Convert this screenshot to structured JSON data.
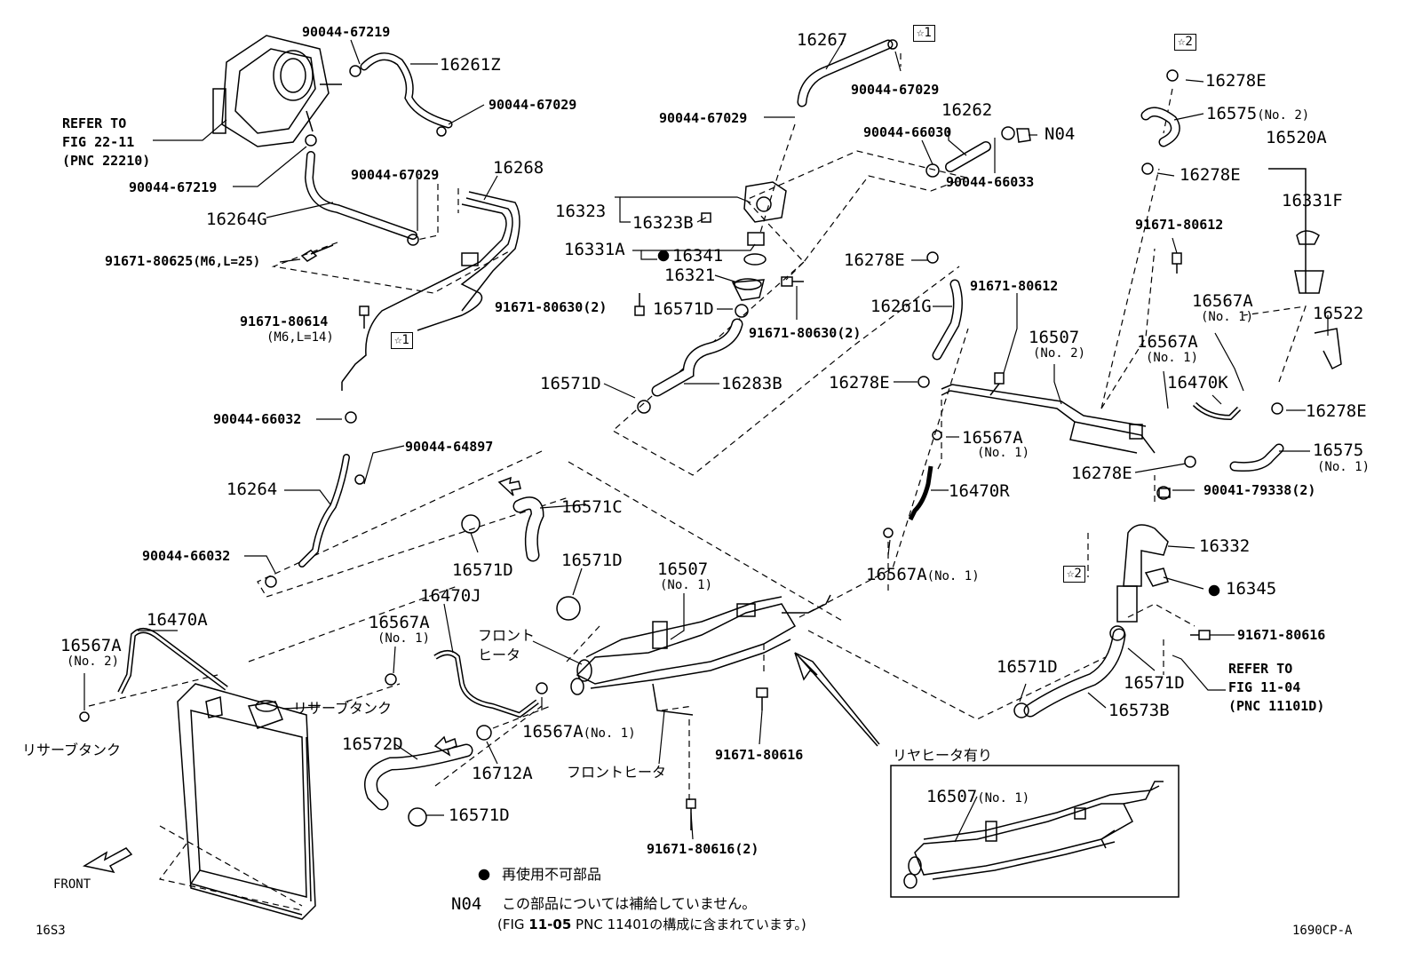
{
  "legend": {
    "non_reusable_mark": "●",
    "non_reusable_text": "再使用不可部品",
    "n04_code": "N04",
    "n04_line1": "この部品については補給していません。",
    "n04_line2_prefix": "(FIG ",
    "n04_fig": "11-05",
    "n04_line2_mid": " PNC ",
    "n04_pnc": "11401",
    "n04_line2_suffix": "の構成に含まれています。)"
  },
  "footer": {
    "left_code": "16S3",
    "right_code": "1690CP-A"
  },
  "front_label": "FRONT",
  "inset_title": "リヤヒータ有り",
  "refs": {
    "fig2211_l1": "REFER TO",
    "fig2211_l2": "FIG 22-11",
    "fig2211_l3": "(PNC 22210)",
    "fig1104_l1": "REFER TO",
    "fig1104_l2": "FIG 11-04",
    "fig1104_l3": "(PNC 11101D)"
  },
  "jp_labels": {
    "reserve_tank_1": "リサーブタンク",
    "reserve_tank_2": "リサーブタンク",
    "front_heater_1a": "フロント",
    "front_heater_1b": "ヒータ",
    "front_heater_2": "フロントヒータ"
  },
  "parts": [
    {
      "num": "90044-67219",
      "sub": ""
    },
    {
      "num": "16261Z",
      "sub": ""
    },
    {
      "num": "90044-67029",
      "sub": ""
    },
    {
      "num": "90044-67219",
      "sub": ""
    },
    {
      "num": "90044-67029",
      "sub": ""
    },
    {
      "num": "16268",
      "sub": ""
    },
    {
      "num": "16264G",
      "sub": ""
    },
    {
      "num": "91671-80625",
      "sub": "(M6,L=25)"
    },
    {
      "num": "91671-80614",
      "sub": "(M6,L=14)"
    },
    {
      "num": "90044-66032",
      "sub": ""
    },
    {
      "num": "90044-64897",
      "sub": ""
    },
    {
      "num": "16264",
      "sub": ""
    },
    {
      "num": "90044-66032",
      "sub": ""
    },
    {
      "num": "16267",
      "sub": ""
    },
    {
      "num": "90044-67029",
      "sub": ""
    },
    {
      "num": "90044-67029",
      "sub": ""
    },
    {
      "num": "16262",
      "sub": ""
    },
    {
      "num": "90044-66030",
      "sub": ""
    },
    {
      "num": "N04",
      "sub": ""
    },
    {
      "num": "90044-66033",
      "sub": ""
    },
    {
      "num": "16323",
      "sub": ""
    },
    {
      "num": "16323B",
      "sub": ""
    },
    {
      "num": "16331A",
      "sub": ""
    },
    {
      "num": "16341",
      "sub": ""
    },
    {
      "num": "16321",
      "sub": ""
    },
    {
      "num": "91671-80630",
      "sub": "(2)"
    },
    {
      "num": "16571D",
      "sub": ""
    },
    {
      "num": "91671-80630",
      "sub": "(2)"
    },
    {
      "num": "16571D",
      "sub": ""
    },
    {
      "num": "16283B",
      "sub": ""
    },
    {
      "num": "16278E",
      "sub": ""
    },
    {
      "num": "16261G",
      "sub": ""
    },
    {
      "num": "91671-80612",
      "sub": ""
    },
    {
      "num": "16278E",
      "sub": ""
    },
    {
      "num": "16278E",
      "sub": ""
    },
    {
      "num": "16575",
      "sub": "(No. 2)"
    },
    {
      "num": "16278E",
      "sub": ""
    },
    {
      "num": "16520A",
      "sub": ""
    },
    {
      "num": "16331F",
      "sub": ""
    },
    {
      "num": "91671-80612",
      "sub": ""
    },
    {
      "num": "16567A",
      "sub": "(No. 1)"
    },
    {
      "num": "16522",
      "sub": ""
    },
    {
      "num": "16507",
      "sub": "(No. 2)"
    },
    {
      "num": "16567A",
      "sub": "(No. 1)"
    },
    {
      "num": "16470K",
      "sub": ""
    },
    {
      "num": "16278E",
      "sub": ""
    },
    {
      "num": "16567A",
      "sub": "(No. 1)"
    },
    {
      "num": "16470R",
      "sub": ""
    },
    {
      "num": "16278E",
      "sub": ""
    },
    {
      "num": "16575",
      "sub": "(No. 1)"
    },
    {
      "num": "90041-79338",
      "sub": "(2)"
    },
    {
      "num": "16571C",
      "sub": ""
    },
    {
      "num": "16571D",
      "sub": ""
    },
    {
      "num": "16571D",
      "sub": ""
    },
    {
      "num": "16507",
      "sub": "(No. 1)"
    },
    {
      "num": "16567A",
      "sub": "(No. 1)"
    },
    {
      "num": "16332",
      "sub": ""
    },
    {
      "num": "16345",
      "sub": ""
    },
    {
      "num": "91671-80616",
      "sub": ""
    },
    {
      "num": "16470A",
      "sub": ""
    },
    {
      "num": "16470J",
      "sub": ""
    },
    {
      "num": "16567A",
      "sub": "(No. 1)"
    },
    {
      "num": "16567A",
      "sub": "(No. 2)"
    },
    {
      "num": "16571D",
      "sub": ""
    },
    {
      "num": "16571D",
      "sub": ""
    },
    {
      "num": "16573B",
      "sub": ""
    },
    {
      "num": "16567A",
      "sub": "(No. 1)"
    },
    {
      "num": "16572D",
      "sub": ""
    },
    {
      "num": "16712A",
      "sub": ""
    },
    {
      "num": "91671-80616",
      "sub": ""
    },
    {
      "num": "16571D",
      "sub": ""
    },
    {
      "num": "91671-80616",
      "sub": "(2)"
    },
    {
      "num": "16507",
      "sub": "(No. 1)"
    }
  ],
  "star_tags": [
    "☆1",
    "☆1",
    "☆2",
    "☆2"
  ]
}
